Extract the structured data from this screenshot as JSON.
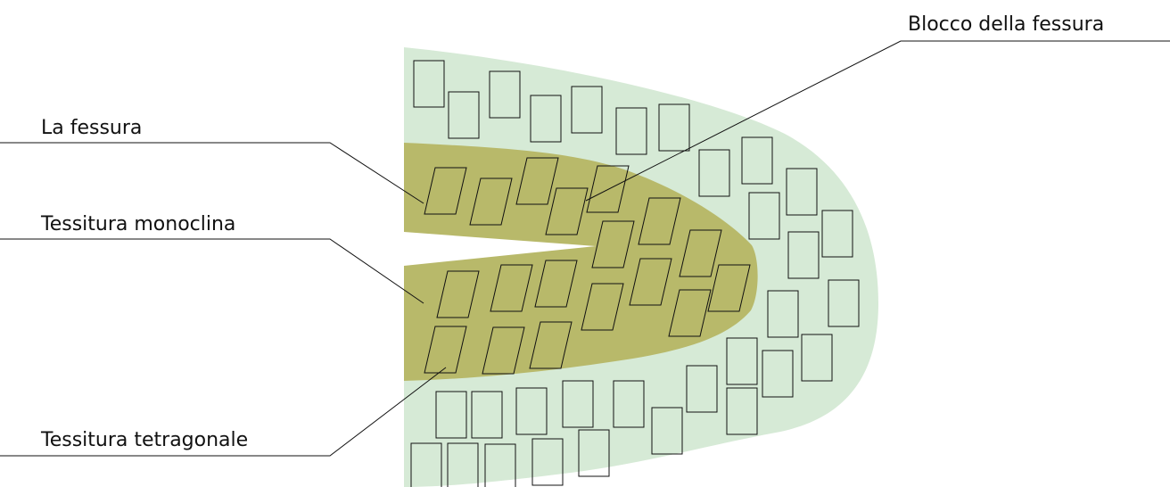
{
  "labels": {
    "crack_block": "Blocco della fessura",
    "crack": "La fessura",
    "monoclinic": "Tessitura monoclina",
    "tetragonal": "Tessitura tetragonale"
  },
  "colors": {
    "outer_region": "#d6ead6",
    "crack_zone": "#b8b96a",
    "block_stroke": "#111111",
    "leader_line": "#111111",
    "text": "#111111"
  }
}
